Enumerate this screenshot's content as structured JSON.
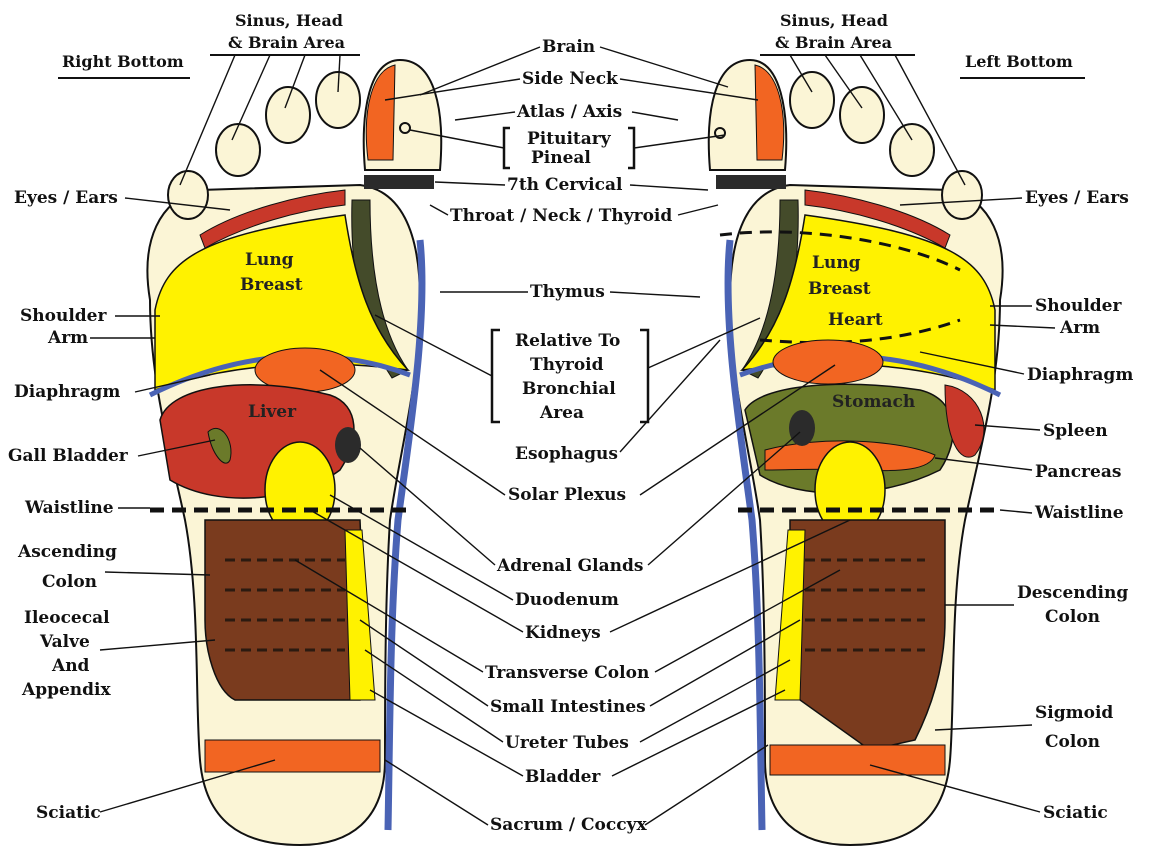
{
  "diagram": {
    "headers": {
      "right_bottom": "Right Bottom",
      "left_bottom": "Left Bottom",
      "sinus_line1": "Sinus, Head",
      "sinus_line2": "& Brain Area"
    },
    "center": {
      "brain": "Brain",
      "side_neck": "Side Neck",
      "atlas_axis": "Atlas / Axis",
      "pituitary": "Pituitary",
      "pineal": "Pineal",
      "seventh_cervical": "7th Cervical",
      "throat": "Throat / Neck / Thyroid",
      "thymus": "Thymus",
      "relative_1": "Relative To",
      "relative_2": "Thyroid",
      "relative_3": "Bronchial",
      "relative_4": "Area",
      "esophagus": "Esophagus",
      "solar_plexus": "Solar Plexus",
      "adrenal": "Adrenal Glands",
      "duodenum": "Duodenum",
      "kidneys": "Kidneys",
      "transverse": "Transverse Colon",
      "small_int": "Small Intestines",
      "ureter": "Ureter Tubes",
      "bladder": "Bladder",
      "sacrum": "Sacrum / Coccyx"
    },
    "left_side": {
      "eyes_ears": "Eyes / Ears",
      "shoulder": "Shoulder",
      "arm": "Arm",
      "diaphragm": "Diaphragm",
      "gall_bladder": "Gall Bladder",
      "waistline": "Waistline",
      "ascending_1": "Ascending",
      "ascending_2": "Colon",
      "ileo_1": "Ileocecal",
      "ileo_2": "Valve",
      "ileo_3": "And",
      "ileo_4": "Appendix",
      "sciatic": "Sciatic"
    },
    "right_side": {
      "eyes_ears": "Eyes / Ears",
      "shoulder": "Shoulder",
      "arm": "Arm",
      "diaphragm": "Diaphragm",
      "spleen": "Spleen",
      "pancreas": "Pancreas",
      "waistline": "Waistline",
      "descending_1": "Descending",
      "descending_2": "Colon",
      "sigmoid_1": "Sigmoid",
      "sigmoid_2": "Colon",
      "sciatic": "Sciatic"
    },
    "inside": {
      "lung_l": "Lung",
      "breast_l": "Breast",
      "liver": "Liver",
      "lung_r": "Lung",
      "breast_r": "Breast",
      "heart": "Heart",
      "stomach": "Stomach"
    },
    "colors": {
      "skin": "#fbf5d6",
      "yellow": "#fff200",
      "orange": "#f26522",
      "brown": "#7a3b1e",
      "red": "#c8382a",
      "olive": "#6b7a2a",
      "blue": "#4a63b5",
      "dark": "#2b2b2b"
    }
  }
}
